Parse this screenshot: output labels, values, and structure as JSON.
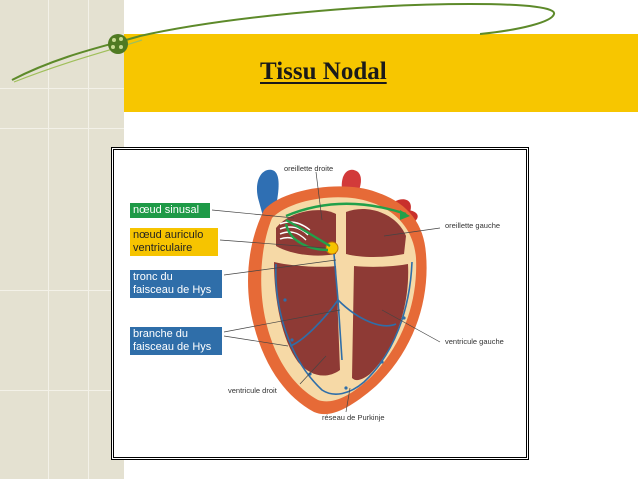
{
  "slide": {
    "title": "Tissu Nodal"
  },
  "diagram": {
    "boxed_labels": {
      "sinus_node": "nœud sinusal",
      "av_node_line1": "nœud auriculo",
      "av_node_line2": "ventriculaire",
      "his_trunk_line1": "tronc du",
      "his_trunk_line2": "faisceau de Hys",
      "his_branch_line1": "branche du",
      "his_branch_line2": "faisceau de Hys"
    },
    "plain_labels": {
      "right_atrium": "oreillette droite",
      "left_atrium": "oreillette gauche",
      "left_ventricle": "ventricule gauche",
      "right_ventricle": "ventricule droit",
      "purkinje": "réseau de Purkinje"
    }
  },
  "colors": {
    "accent_yellow": "#f7c600",
    "sidebar": "#e4e1d1",
    "swoosh_green": "#6a8f2f",
    "label_green": "#1e9a47",
    "label_blue": "#2f6ea9"
  },
  "icons": [
    "swoosh-ornament",
    "leaf-badge-icon"
  ]
}
